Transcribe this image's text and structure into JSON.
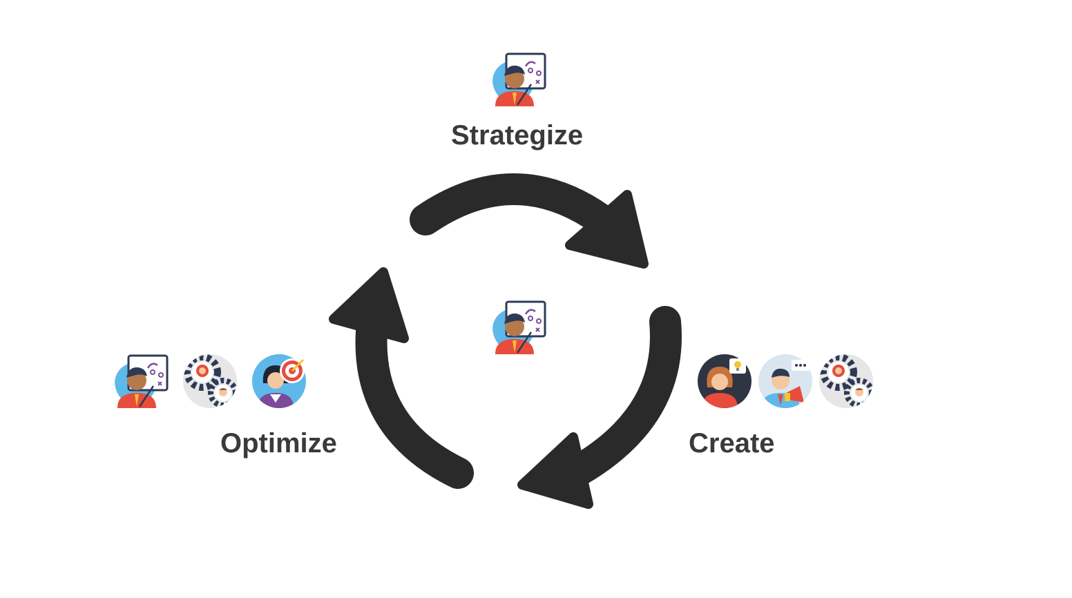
{
  "stages": {
    "strategize": {
      "label": "Strategize",
      "icons": [
        "strategist-icon"
      ]
    },
    "create": {
      "label": "Create",
      "icons": [
        "idea-woman-icon",
        "megaphone-man-icon",
        "gears-team-icon"
      ]
    },
    "optimize": {
      "label": "Optimize",
      "icons": [
        "strategist-icon",
        "gears-team-icon",
        "target-woman-icon"
      ]
    }
  },
  "center_icon": "strategist-icon",
  "cycle": {
    "arrow_count": 3,
    "direction": "clockwise",
    "arrow_color": "#2a2a2a"
  },
  "colors": {
    "label": "#3a3a3a",
    "sky_blue": "#5fb8ea",
    "navy": "#2e3a55",
    "skin_dark": "#b5794c",
    "skin_light": "#f5c7a0",
    "red": "#e74c3c",
    "purple": "#7b4a9b"
  }
}
